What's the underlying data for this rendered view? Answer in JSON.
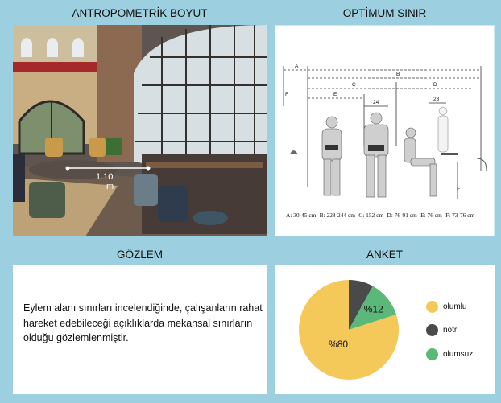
{
  "titles": {
    "anthropometric": "ANTROPOMETRİK BOYUT",
    "optimum": "OPTİMUM SINIR",
    "observation": "GÖZLEM",
    "survey": "ANKET"
  },
  "photo": {
    "measurement": "1.10",
    "unit": "m"
  },
  "drawing": {
    "dim_letters": [
      "A",
      "B",
      "C",
      "E",
      "F",
      "D"
    ],
    "inner_dims": [
      "24",
      "23"
    ],
    "caption": "A: 30-45 cm- B: 228-244 cm- C: 152 cm- D: 76-91 cm- E: 76 cm- F: 73-76 cm"
  },
  "observation_text": "Eylem alanı sınırları incelendiğinde, çalışanların rahat hareket edebileceği açıklıklarda mekansal sınırların olduğu gözlemlenmiştir.",
  "colors": {
    "olumlu": "#f5c85a",
    "notr": "#4a4a4a",
    "olumsuz": "#5cb878",
    "background": "#9ccfdf"
  },
  "chart_data": {
    "type": "pie",
    "categories": [
      "olumlu",
      "nötr",
      "olumsuz"
    ],
    "values": [
      80,
      8,
      12
    ],
    "data_labels": [
      "%80",
      "",
      "%12"
    ],
    "legend": [
      "olumlu",
      "nötr",
      "olumsuz"
    ],
    "legend_position": "right"
  }
}
